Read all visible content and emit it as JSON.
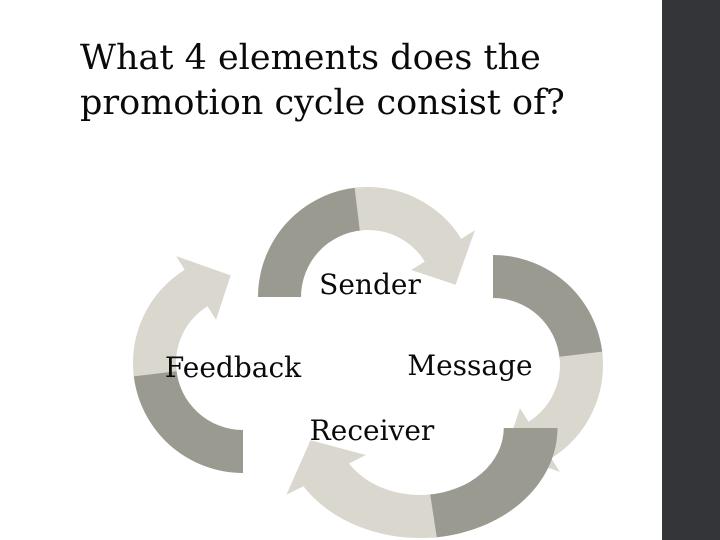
{
  "slide": {
    "title_line1": "What 4 elements does the",
    "title_line2": "promotion cycle consist of?"
  },
  "diagram": {
    "type": "cycle",
    "direction": "clockwise",
    "labels": [
      {
        "id": "sender",
        "text": "Sender"
      },
      {
        "id": "message",
        "text": "Message"
      },
      {
        "id": "receiver",
        "text": "Receiver"
      },
      {
        "id": "feedback",
        "text": "Feedback"
      }
    ]
  },
  "colors": {
    "arrow-dark": "#9a9a91",
    "arrow-light": "#d9d7ce",
    "sidebar": "#343539",
    "text": "#0a0a0a",
    "background": "#ffffff"
  }
}
